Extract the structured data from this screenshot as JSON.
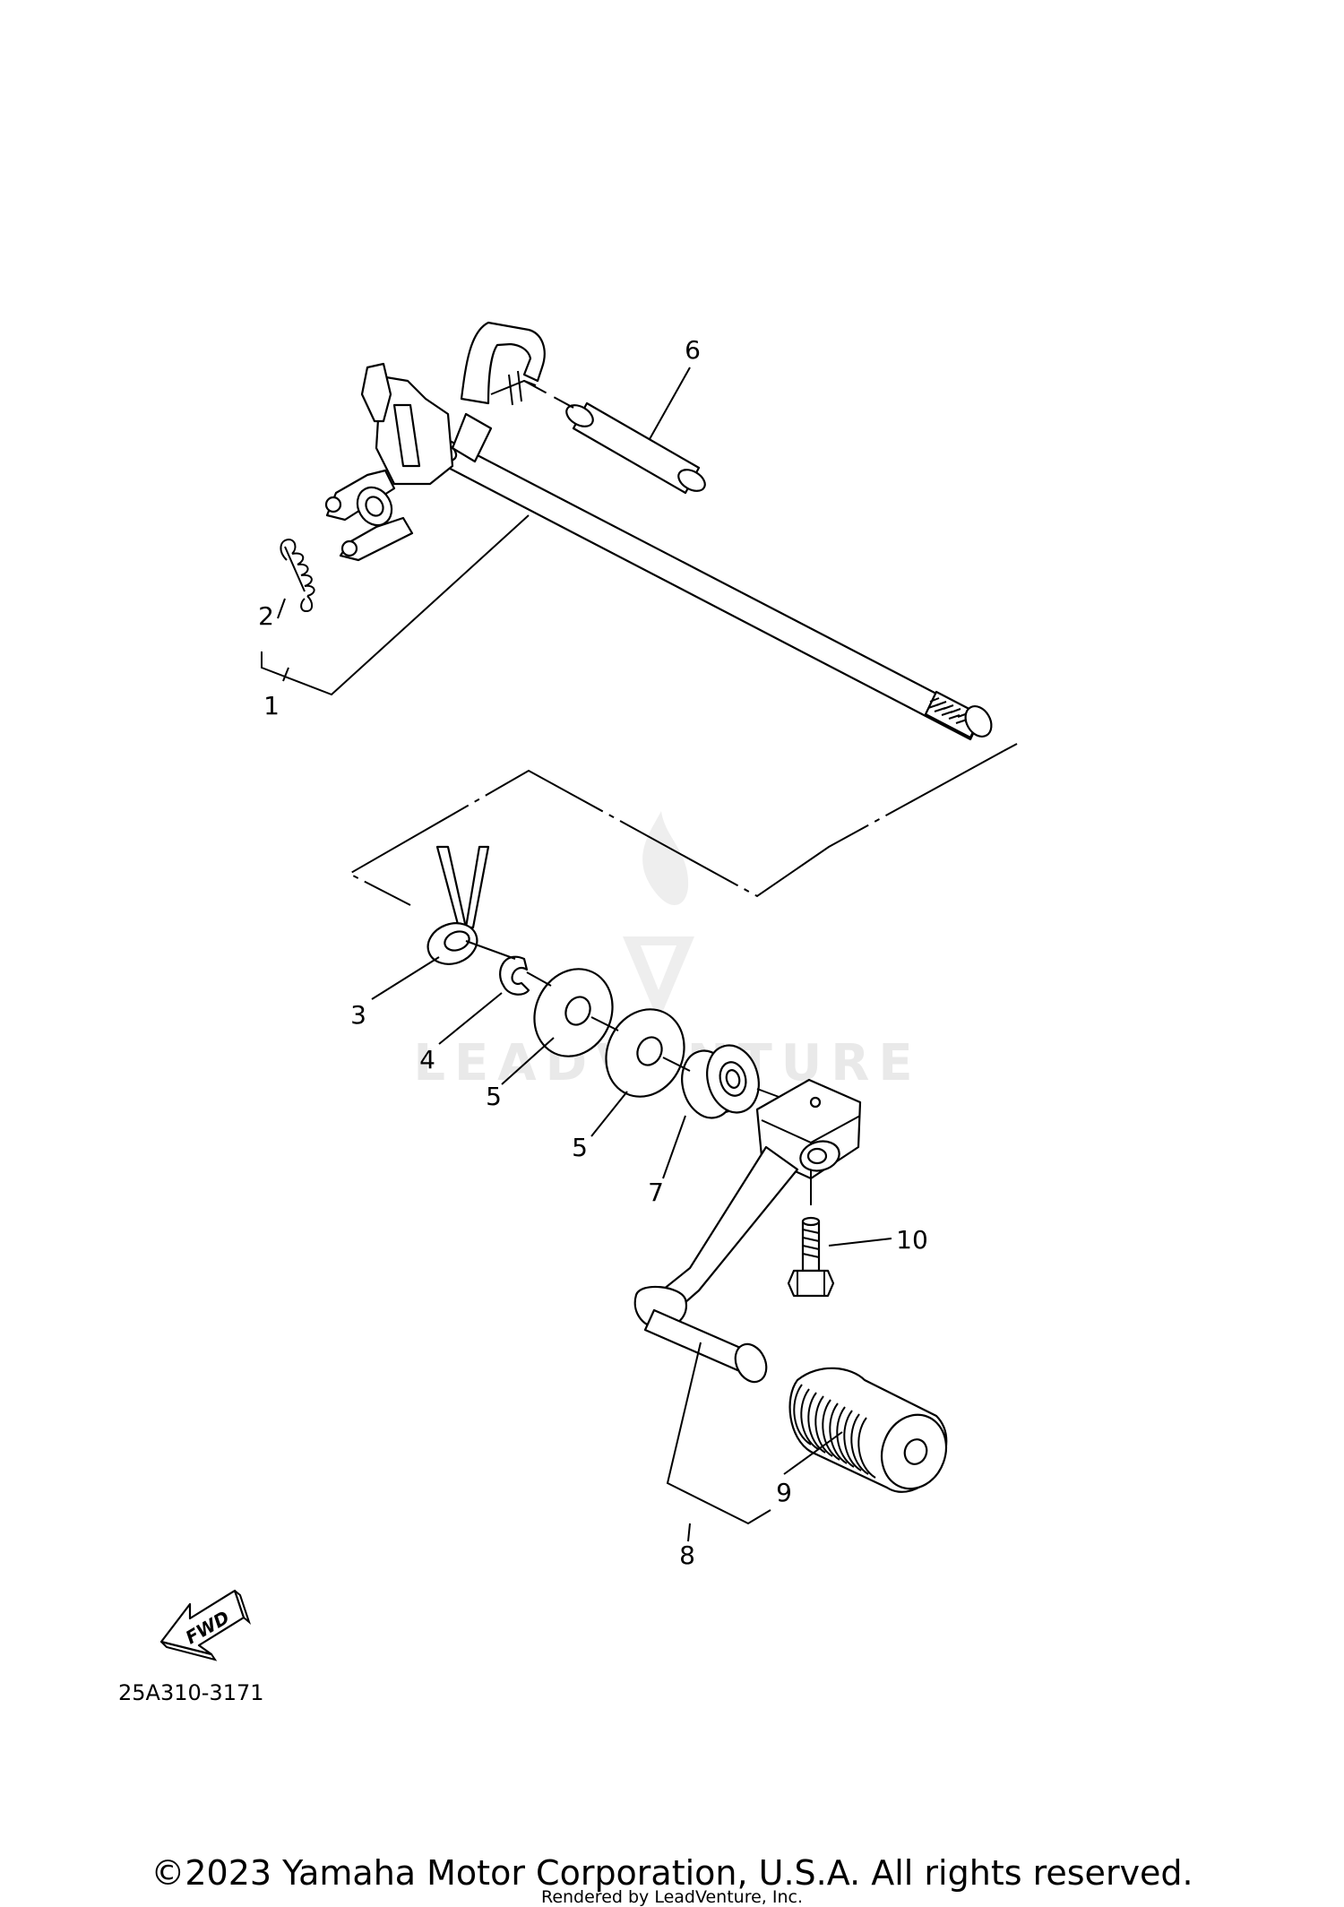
{
  "diagram": {
    "callouts": [
      "1",
      "2",
      "3",
      "4",
      "5",
      "5",
      "6",
      "7",
      "8",
      "9",
      "10"
    ],
    "reference_code": "25A310-3171",
    "forward_label": "FWD",
    "watermark": "LEADVENTURE"
  },
  "footer": {
    "copyright": "©2023 Yamaha Motor Corporation, U.S.A. All rights reserved.",
    "rendered_by": "Rendered by LeadVenture, Inc."
  }
}
